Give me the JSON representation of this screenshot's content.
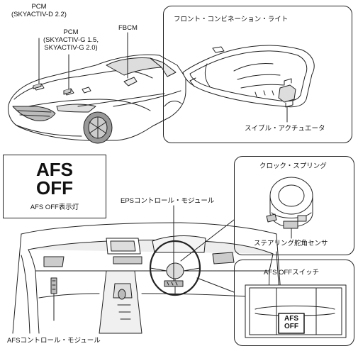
{
  "labels": {
    "pcm_d_line1": "PCM",
    "pcm_d_line2": "(SKYACTIV-D 2.2)",
    "pcm_g_line1": "PCM",
    "pcm_g_line2": "(SKYACTIV-G 1.5,",
    "pcm_g_line3": "SKYACTIV-G 2.0)",
    "fbcm": "FBCM",
    "front_combination_light": "フロント・コンビネーション・ライト",
    "swivel_actuator": "スイブル・アクチュエータ",
    "afs_off_indicator_line1": "AFS",
    "afs_off_indicator_line2": "OFF",
    "afs_off_indicator_caption": "AFS OFF表示灯",
    "clock_spring": "クロック・スプリング",
    "steering_angle_sensor": "ステアリング舵角センサ",
    "eps_control_module": "EPSコントロール・モジュール",
    "afs_off_switch": "AFS OFFスイッチ",
    "afs_off_switch_text_line1": "AFS",
    "afs_off_switch_text_line2": "OFF",
    "afs_control_module": "AFSコントロール・モジュール"
  }
}
